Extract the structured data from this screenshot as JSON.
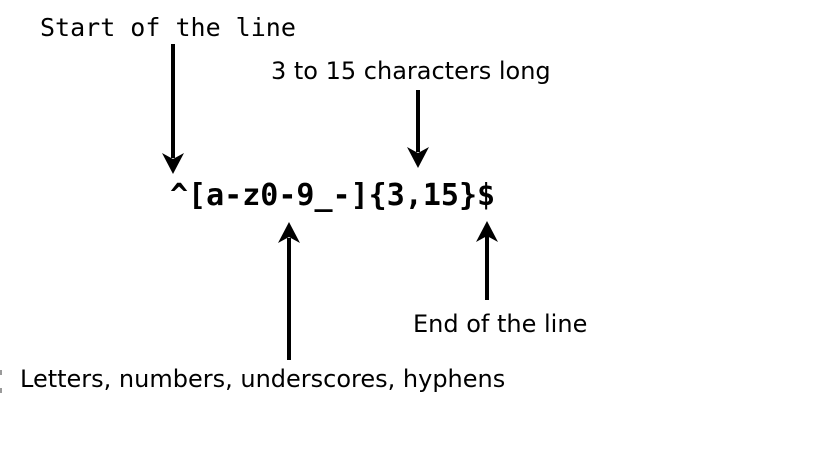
{
  "diagram": {
    "title": "regex username pattern explanation",
    "regex": "^[a-z0-9_-]{3,15}$",
    "annotations": {
      "start": "Start of the line",
      "length": "3 to 15 characters long",
      "charset": "Letters, numbers, underscores, hyphens",
      "end": "End of the line"
    },
    "arrows": [
      {
        "from_label": "start",
        "points_to": "^",
        "direction": "down"
      },
      {
        "from_label": "length",
        "points_to": "{3,15}",
        "direction": "down"
      },
      {
        "from_label": "charset",
        "points_to": "[a-z0-9_-]",
        "direction": "up"
      },
      {
        "from_label": "end",
        "points_to": "$",
        "direction": "up"
      }
    ],
    "colors": {
      "ink": "#000000",
      "background": "#ffffff"
    }
  }
}
